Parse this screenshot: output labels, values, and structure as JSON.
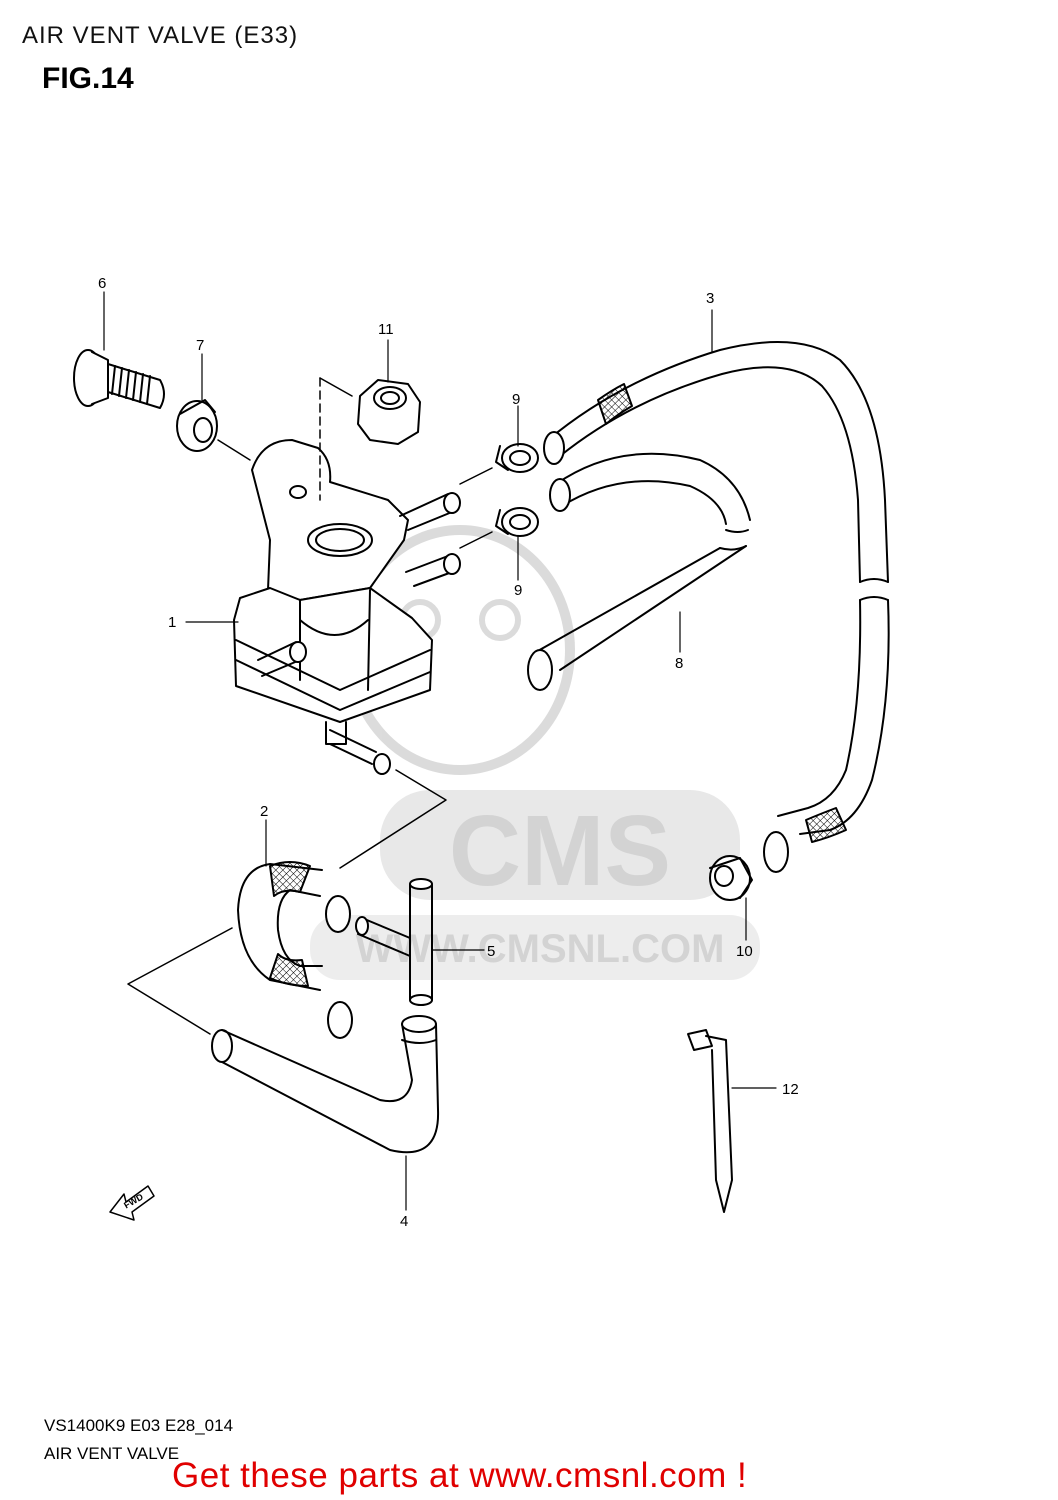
{
  "header": {
    "title": "AIR VENT VALVE (E33)",
    "figure": "FIG.14"
  },
  "watermark": {
    "brand": "CMS",
    "url": "WWW.CMSNL.COM"
  },
  "callouts": {
    "p1": "1",
    "p2": "2",
    "p3": "3",
    "p4": "4",
    "p5": "5",
    "p6": "6",
    "p7": "7",
    "p8": "8",
    "p9a": "9",
    "p9b": "9",
    "p10": "10",
    "p11": "11",
    "p12": "12"
  },
  "fwd_label": "FWD",
  "footer": {
    "model_code": "VS1400K9 E03 E28_014",
    "section": "AIR VENT VALVE",
    "promo": "Get these parts at www.cmsnl.com !"
  },
  "colors": {
    "promo": "#e00000",
    "watermark": "#cfcfcf",
    "ink": "#000000"
  }
}
